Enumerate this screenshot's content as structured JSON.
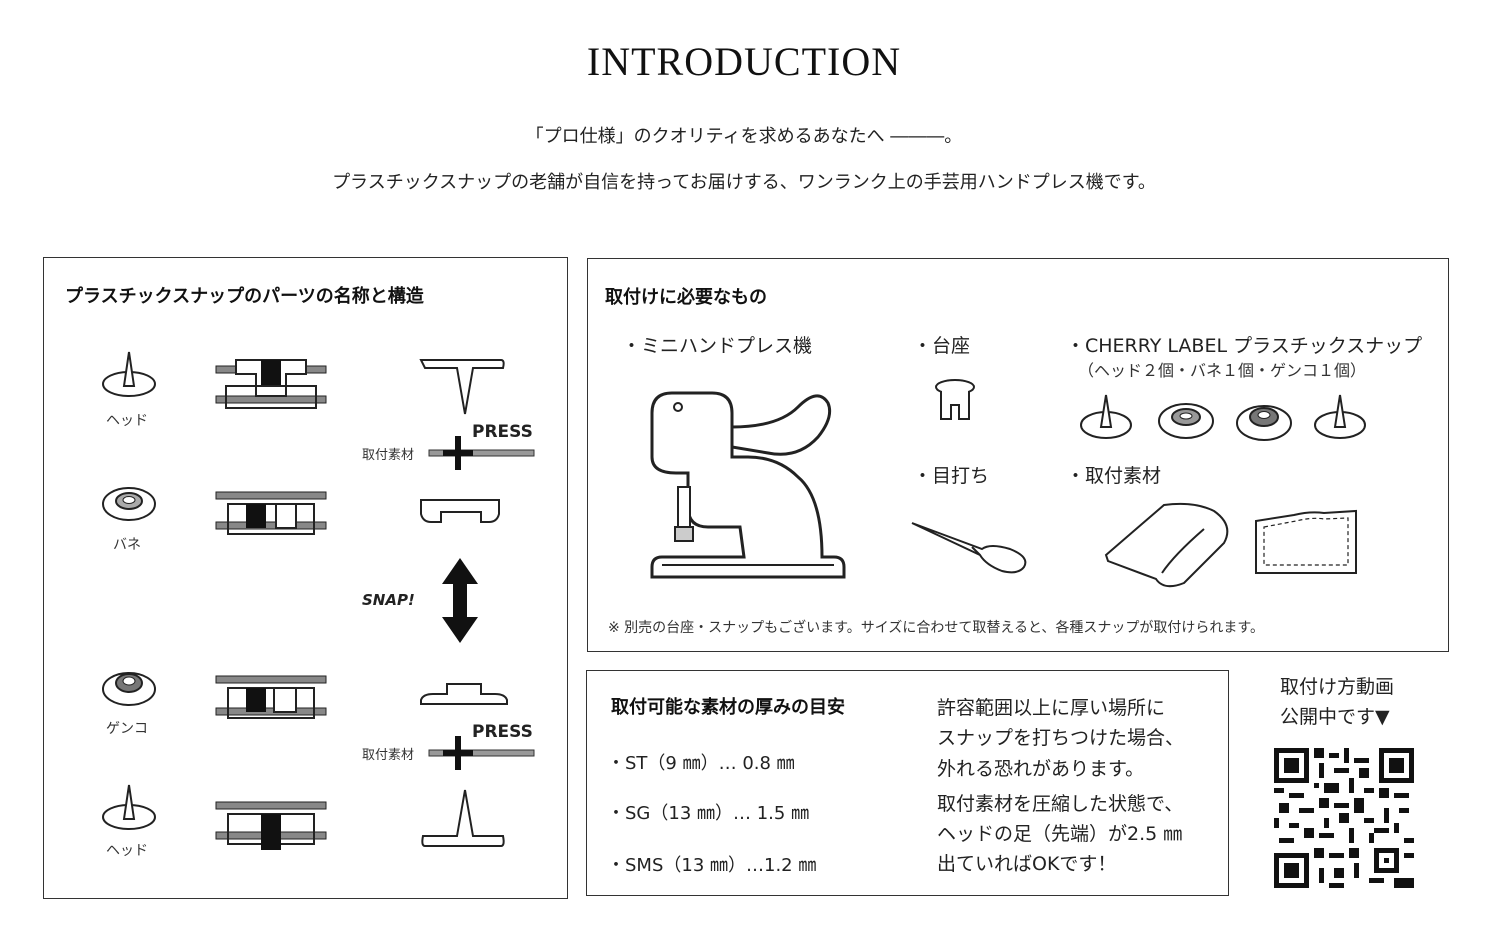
{
  "title": "INTRODUCTION",
  "intro": {
    "line1": "「プロ仕様」のクオリティを求めるあなたへ ―――。",
    "line2": "プラスチックスナップの老舗が自信を持ってお届けする、ワンランク上の手芸用ハンドプレス機です。"
  },
  "parts": {
    "heading": "プラスチックスナップのパーツの名称と構造",
    "head_label": "ヘッド",
    "spring_label": "バネ",
    "genko_label": "ゲンコ",
    "head_label2": "ヘッド",
    "material_label_1": "取付素材",
    "material_label_2": "取付素材",
    "press_1": "PRESS",
    "press_2": "PRESS",
    "snap": "SNAP!"
  },
  "required": {
    "heading": "取付けに必要なもの",
    "press_machine": "・ミニハンドプレス機",
    "base": "・台座",
    "awl": "・目打ち",
    "snap_title": "・CHERRY LABEL プラスチックスナップ",
    "snap_sub": "（ヘッド２個・バネ１個・ゲンコ１個）",
    "material": "・取付素材",
    "note": "※ 別売の台座・スナップもございます。サイズに合わせて取替えると、各種スナップが取付けられます。"
  },
  "thickness": {
    "heading": "取付可能な素材の厚みの目安",
    "items": [
      "・ST（9 ㎜）… 0.8 ㎜",
      "・SG（13 ㎜）… 1.5 ㎜",
      "・SMS（13 ㎜）…1.2 ㎜"
    ],
    "warning": [
      "許容範囲以上に厚い場所に",
      "スナップを打ちつけた場合、",
      "外れる恐れがあります。"
    ],
    "ok": [
      "取付素材を圧縮した状態で、",
      "ヘッドの足（先端）が2.5 ㎜",
      "出ていればOKです！"
    ]
  },
  "video": {
    "line1": "取付け方動画",
    "line2": "公開中です▼"
  }
}
